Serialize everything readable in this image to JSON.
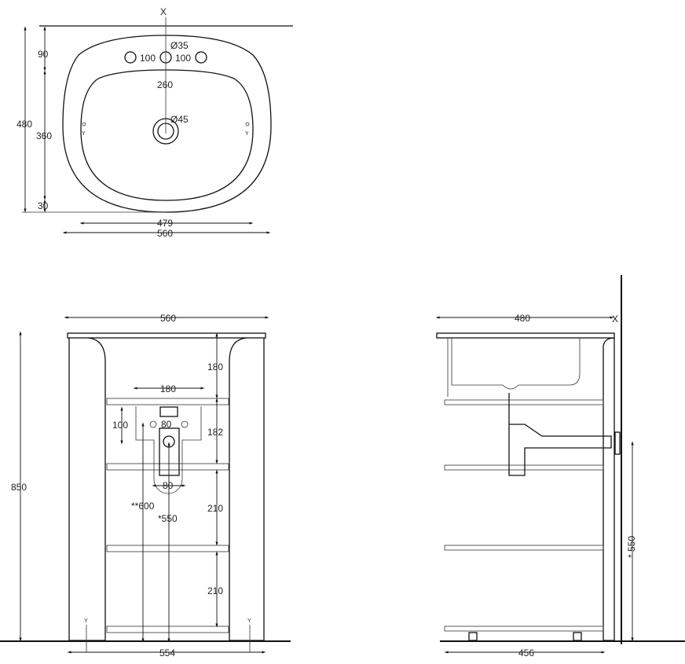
{
  "top_view": {
    "x_mark": "X",
    "hole_dia": "Ø35",
    "spacing_left": "100",
    "spacing_right": "100",
    "depth_to_drain": "260",
    "drain_dia": "Ø45",
    "d90": "90",
    "d480": "480",
    "d360": "360",
    "d30": "30",
    "inner_width": "479",
    "outer_width": "560",
    "y_left": "Y",
    "y_right": "Y"
  },
  "front_view": {
    "width_top": "560",
    "h180": "180",
    "siphon_width": "180",
    "h182": "182",
    "h100": "100",
    "w80_top": "80",
    "w80_bottom": "80",
    "h600": "**600",
    "h550": "*550",
    "h210a": "210",
    "h210b": "210",
    "height": "850",
    "width_bottom": "554",
    "y_left": "Y",
    "y_right": "Y"
  },
  "side_view": {
    "depth_top": "480",
    "x_mark": "X",
    "wall_height": "* 550",
    "depth_bottom": "456"
  }
}
